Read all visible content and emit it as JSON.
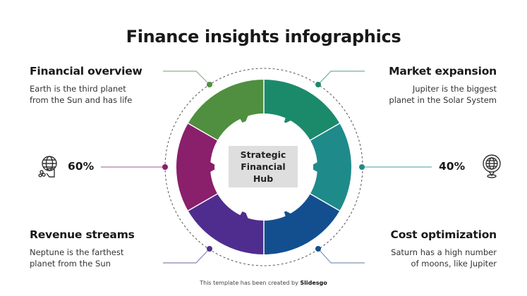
{
  "title": "Finance insights infographics",
  "hub": {
    "lines": [
      "Strategic",
      "Financial",
      "Hub"
    ]
  },
  "sections": {
    "top_left": {
      "heading": "Financial overview",
      "desc": [
        "Earth is the third planet",
        "from the Sun and has life"
      ],
      "color": "#4f8f3f"
    },
    "top_right": {
      "heading": "Market expansion",
      "desc": [
        "Jupiter is the biggest",
        "planet in the Solar System"
      ],
      "color": "#1b8a6b"
    },
    "bottom_left": {
      "heading": "Revenue streams",
      "desc": [
        "Neptune is the farthest",
        "planet from the Sun"
      ],
      "color": "#4f2d8f"
    },
    "bottom_right": {
      "heading": "Cost optimization",
      "desc": [
        "Saturn has a high number",
        "of moons, like Jupiter"
      ],
      "color": "#134f8f"
    }
  },
  "stats": {
    "left": {
      "value": "60%",
      "icon": "globe-hand-icon",
      "color": "#8a1f6b"
    },
    "right": {
      "value": "40%",
      "icon": "globe-pin-icon",
      "color": "#1f8a8a"
    }
  },
  "ring_segments": [
    {
      "name": "top-left",
      "color": "#4f8f3f"
    },
    {
      "name": "top-right",
      "color": "#1b8a6b"
    },
    {
      "name": "right",
      "color": "#1f8a8a"
    },
    {
      "name": "bottom-right",
      "color": "#134f8f"
    },
    {
      "name": "bottom-left",
      "color": "#4f2d8f"
    },
    {
      "name": "left",
      "color": "#8a1f6b"
    }
  ],
  "footer": {
    "text": "This template has been created by ",
    "brand": "Slidesgo"
  }
}
